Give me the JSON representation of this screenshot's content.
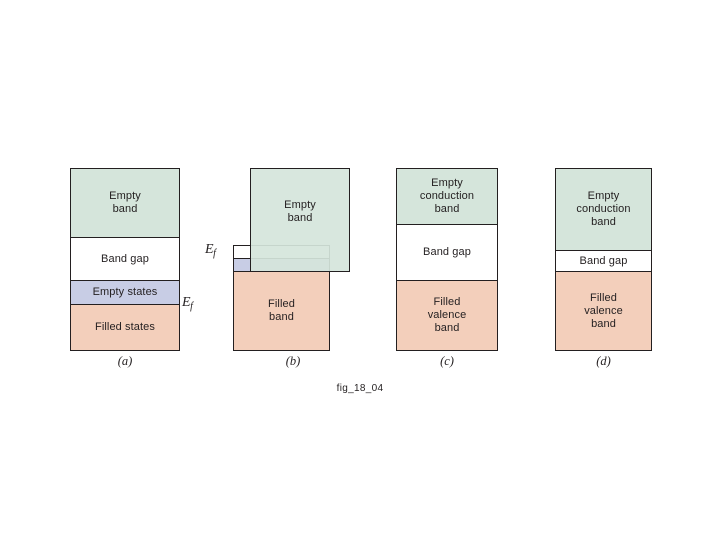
{
  "figure": {
    "caption": "fig_18_04",
    "colors": {
      "empty_band_green": "#d5e5db",
      "filled_band_peach": "#f3cfbb",
      "empty_states_blue": "#c8cde5",
      "band_gap_white": "#ffffff",
      "outline": "#231f20"
    }
  },
  "panels": [
    {
      "id": "a",
      "caption": "(a)",
      "fermi_label": "E",
      "fermi_sub": "f",
      "bands": [
        {
          "name": "empty-band",
          "label": "Empty\nband"
        },
        {
          "name": "band-gap",
          "label": "Band gap"
        },
        {
          "name": "empty-states",
          "label": "Empty states"
        },
        {
          "name": "filled-states",
          "label": "Filled states"
        }
      ]
    },
    {
      "id": "b",
      "caption": "(b)",
      "fermi_label": "E",
      "fermi_sub": "f",
      "bands": [
        {
          "name": "empty-band",
          "label": "Empty\nband"
        },
        {
          "name": "white-strip",
          "label": ""
        },
        {
          "name": "blue-strip",
          "label": ""
        },
        {
          "name": "filled-band",
          "label": "Filled\nband"
        }
      ]
    },
    {
      "id": "c",
      "caption": "(c)",
      "bands": [
        {
          "name": "empty-conduction-band",
          "label": "Empty\nconduction\nband"
        },
        {
          "name": "band-gap",
          "label": "Band gap"
        },
        {
          "name": "filled-valence-band",
          "label": "Filled\nvalence\nband"
        }
      ]
    },
    {
      "id": "d",
      "caption": "(d)",
      "bands": [
        {
          "name": "empty-conduction-band",
          "label": "Empty\nconduction\nband"
        },
        {
          "name": "band-gap",
          "label": "Band gap"
        },
        {
          "name": "filled-valence-band",
          "label": "Filled\nvalence\nband"
        }
      ]
    }
  ]
}
